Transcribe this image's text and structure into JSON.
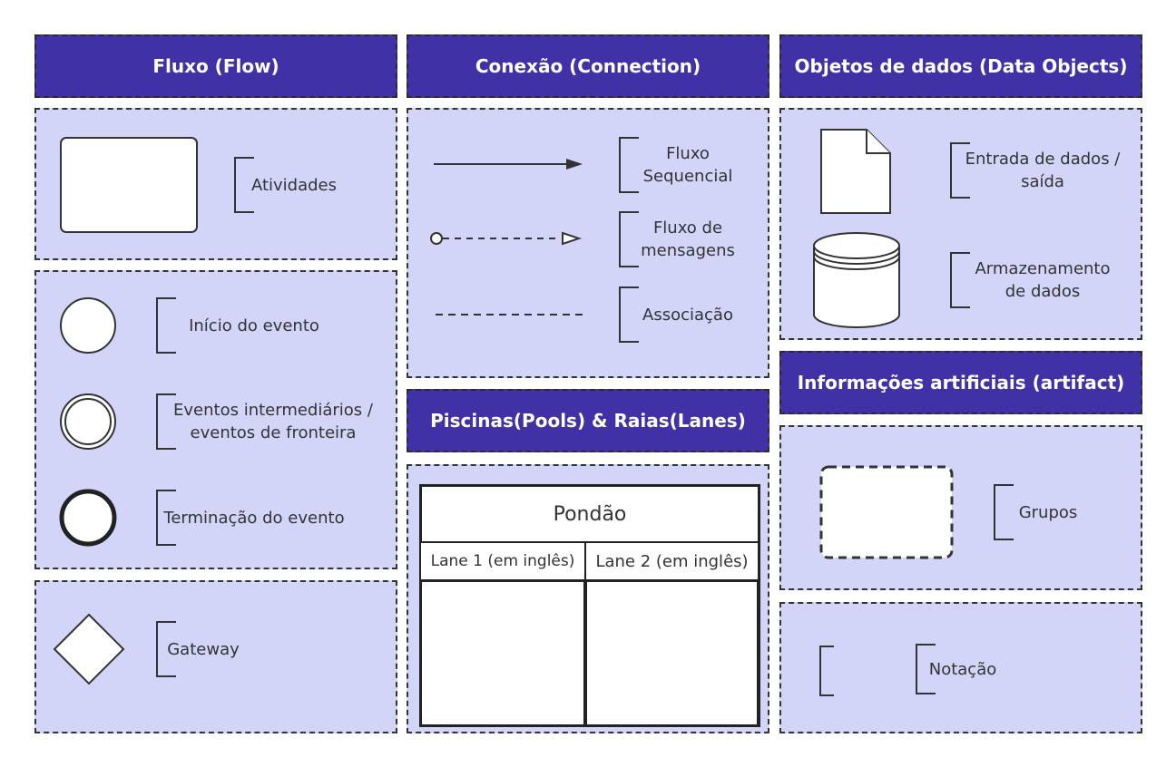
{
  "colors": {
    "header": "#4131a6",
    "panel": "#d3d5f8",
    "border": "#333333"
  },
  "flow": {
    "title": "Fluxo (Flow)",
    "activity": "Atividades",
    "start_event": "Início do evento",
    "intermediate_event": "Eventos intermediários / eventos de fronteira",
    "end_event": "Terminação do evento",
    "gateway": "Gateway"
  },
  "connection": {
    "title": "Conexão (Connection)",
    "sequence_flow": "Fluxo Sequencial",
    "message_flow": "Fluxo de mensagens",
    "association": "Associação"
  },
  "data_objects": {
    "title": "Objetos de dados (Data Objects)",
    "data_io": "Entrada de dados / saída",
    "data_store": "Armazenamento de dados"
  },
  "pools": {
    "title": "Piscinas(Pools) & Raias(Lanes)",
    "pool_label": "Pondão",
    "lane1": "Lane 1 (em inglês)",
    "lane2": "Lane 2 (em inglês)"
  },
  "artifacts": {
    "title": "Informações artificiais (artifact)",
    "group": "Grupos",
    "annotation": "Notação"
  }
}
